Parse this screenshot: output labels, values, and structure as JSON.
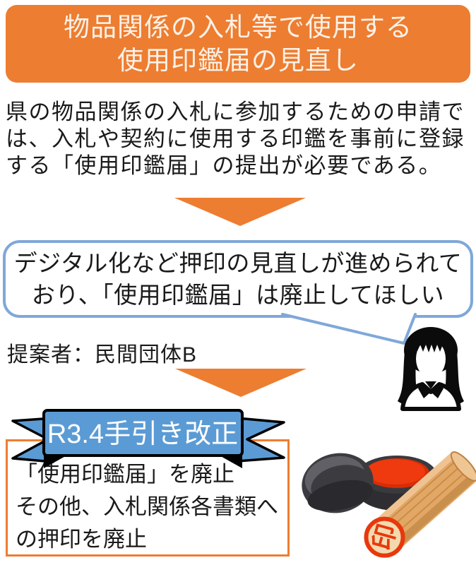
{
  "colors": {
    "accent_orange": "#ED7D31",
    "ribbon_blue": "#5B9BD5",
    "bubble_border_blue": "#7FA8D9",
    "ink_red": "#E8380D",
    "text_black": "#1A1A1A"
  },
  "header": {
    "lines": [
      "物品関係の入札等で使用する",
      "使用印鑑届の見直し"
    ]
  },
  "intro": {
    "lines": [
      "県の物品関係の入札に参加するための申請で",
      "は、入札や契約に使用する印鑑を事前に登録",
      "する「使用印鑑届」の提出が必要である。"
    ]
  },
  "bubble": {
    "lines": [
      "デジタル化など押印の見直しが進められて",
      "おり、「使用印鑑届」は廃止してほしい"
    ]
  },
  "proposer": {
    "label": "提案者：民間団体B"
  },
  "ribbon": {
    "label": "R3.4手引き改正"
  },
  "result": {
    "lines": [
      "「使用印鑑届」を廃止",
      "その他、入札関係各書類へ",
      "の押印を廃止"
    ]
  },
  "stamp": {
    "face_glyph": "印"
  }
}
